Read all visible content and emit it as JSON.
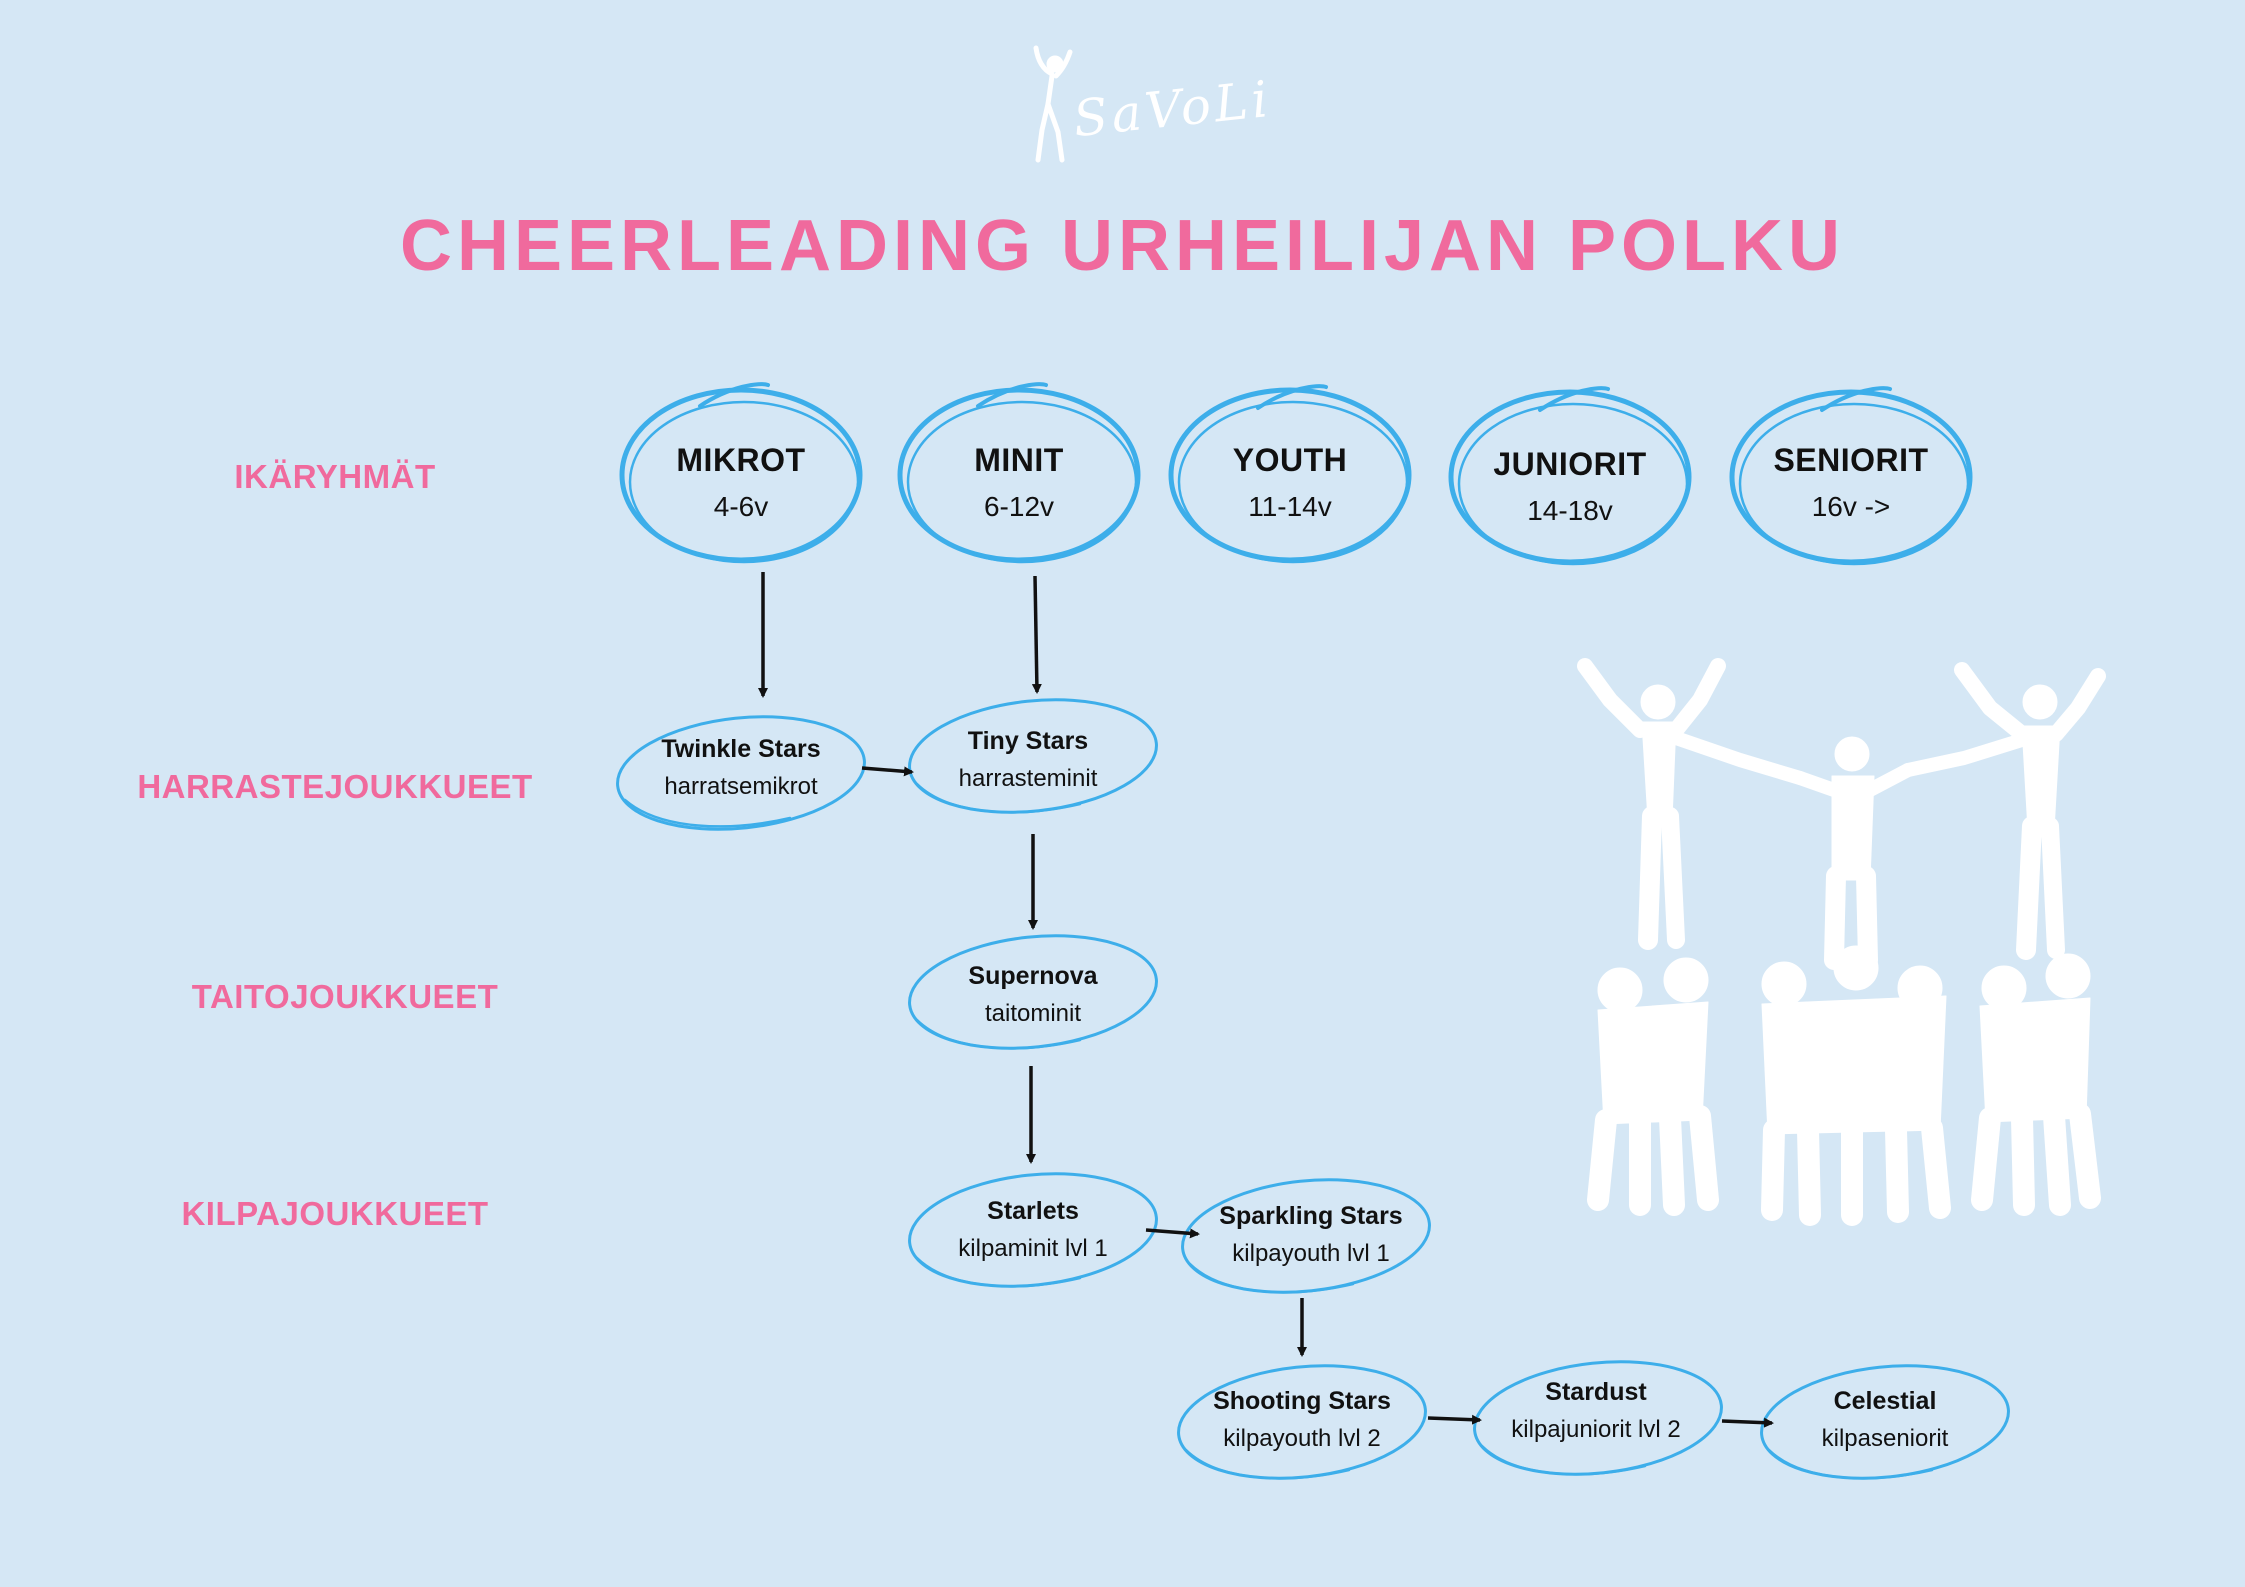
{
  "brand": {
    "logo_text": "SaVoLi",
    "logo_icon": "cheerleader-figure-icon"
  },
  "title": "CHEERLEADING URHEILIJAN POLKU",
  "rows": {
    "age_groups": "IKÄRYHMÄT",
    "hobby_teams": "HARRASTEJOUKKUEET",
    "skill_teams": "TAITOJOUKKUEET",
    "competition_teams": "KILPAJOUKKUEET"
  },
  "age_groups": [
    {
      "name": "MIKROT",
      "age": "4-6v"
    },
    {
      "name": "MINIT",
      "age": "6-12v"
    },
    {
      "name": "YOUTH",
      "age": "11-14v"
    },
    {
      "name": "JUNIORIT",
      "age": "14-18v"
    },
    {
      "name": "SENIORIT",
      "age": "16v ->"
    }
  ],
  "teams": {
    "twinkle": {
      "name": "Twinkle Stars",
      "category": "harratsemikrot"
    },
    "tiny": {
      "name": "Tiny Stars",
      "category": "harrasteminit"
    },
    "supernova": {
      "name": "Supernova",
      "category": "taitominit"
    },
    "starlets": {
      "name": "Starlets",
      "category": "kilpaminit lvl 1"
    },
    "sparkling": {
      "name": "Sparkling Stars",
      "category": "kilpayouth lvl 1"
    },
    "shooting": {
      "name": "Shooting Stars",
      "category": "kilpayouth lvl 2"
    },
    "stardust": {
      "name": "Stardust",
      "category": "kilpajuniorit lvl 2"
    },
    "celestial": {
      "name": "Celestial",
      "category": "kilpaseniorit"
    }
  },
  "colors": {
    "background": "#d5e7f5",
    "accent_pink": "#f06a9d",
    "outline_blue": "#3daeea",
    "arrow": "#111111",
    "silhouette": "#ffffff"
  },
  "decoration": {
    "silhouette": "cheerleader-pyramid-silhouette"
  }
}
